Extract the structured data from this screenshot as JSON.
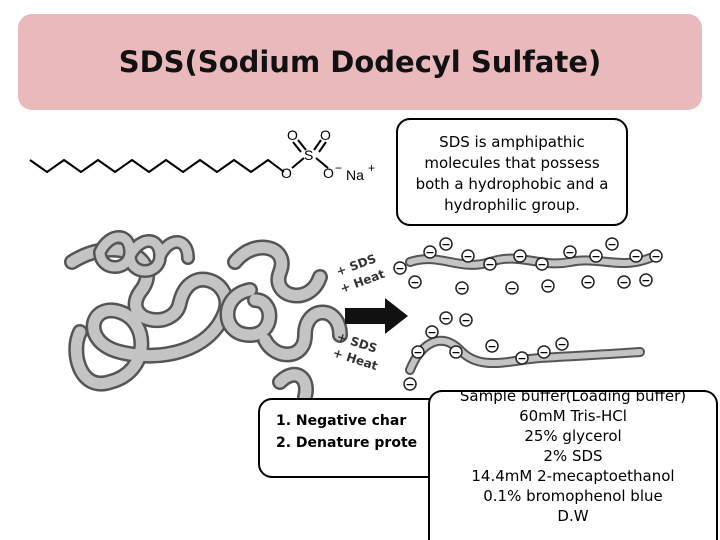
{
  "title": "SDS(Sodium Dodecyl Sulfate)",
  "molecule_labels": {
    "oxygen": "O",
    "sulfur": "S",
    "sodium": "Na",
    "plus": "+",
    "minus": "−"
  },
  "amphipathic_note": "SDS is amphipathic molecules that possess both a hydrophobic and a hydrophilic group.",
  "reaction_labels": [
    {
      "plus": "+ SDS",
      "heat": "+ Heat"
    },
    {
      "plus": "+ SDS",
      "heat": "+ Heat"
    }
  ],
  "charge_symbol": "−",
  "effects": {
    "item1": "1.  Negative char",
    "item2": "2.  Denature prote"
  },
  "sample_buffer": {
    "title": "Sample buffer(Loading buffer)",
    "items": [
      "60mM Tris-HCl",
      "25% glycerol",
      "2% SDS",
      "14.4mM 2-mecaptoethanol",
      "0.1% bromophenol blue",
      "D.W"
    ]
  }
}
